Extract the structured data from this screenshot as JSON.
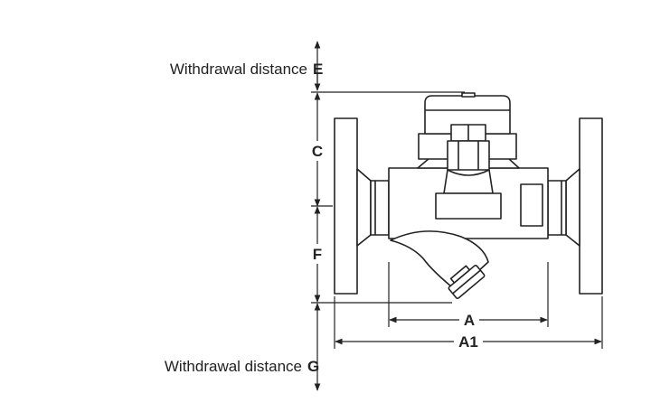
{
  "labels": {
    "withdrawal_top_text": "Withdrawal distance",
    "withdrawal_top_letter": "E",
    "withdrawal_bottom_text": "Withdrawal distance",
    "withdrawal_bottom_letter": "G",
    "dim_c": "C",
    "dim_f": "F",
    "dim_a": "A",
    "dim_a1": "A1"
  },
  "colors": {
    "stroke": "#222222",
    "fill": "#ffffff",
    "text": "#222222"
  }
}
